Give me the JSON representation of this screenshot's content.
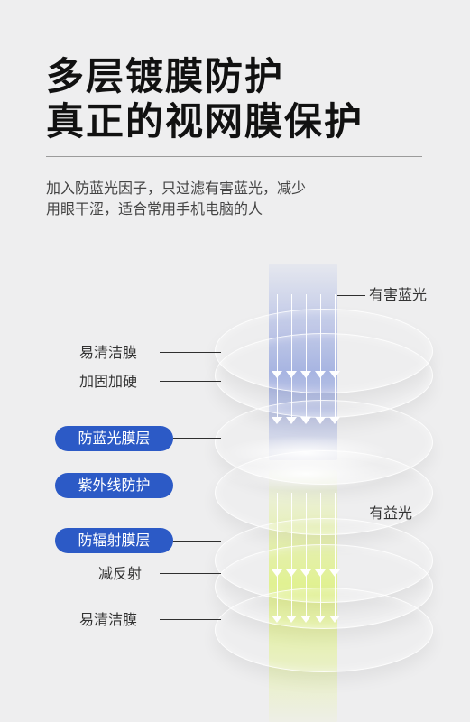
{
  "header": {
    "title_line_1": "多层镀膜防护",
    "title_line_2": "真正的视网膜保护",
    "subtitle_line_1": "加入防蓝光因子，只过滤有害蓝光，减少",
    "subtitle_line_2": "用眼干涩，适合常用手机电脑的人"
  },
  "diagram": {
    "right_labels": {
      "harmful": "有害蓝光",
      "beneficial": "有益光"
    },
    "left_labels": [
      {
        "text": "易清洁膜",
        "highlighted": false
      },
      {
        "text": "加固加硬",
        "highlighted": false
      },
      {
        "text": "防蓝光膜层",
        "highlighted": true
      },
      {
        "text": "紫外线防护",
        "highlighted": true
      },
      {
        "text": "防辐射膜层",
        "highlighted": true
      },
      {
        "text": "减反射",
        "highlighted": false
      },
      {
        "text": "易清洁膜",
        "highlighted": false
      }
    ]
  },
  "colors": {
    "background": "#eeeeef",
    "accent_blue": "#2c5ac6",
    "blue_light": "#9fade1",
    "green_light": "#e0f187"
  }
}
